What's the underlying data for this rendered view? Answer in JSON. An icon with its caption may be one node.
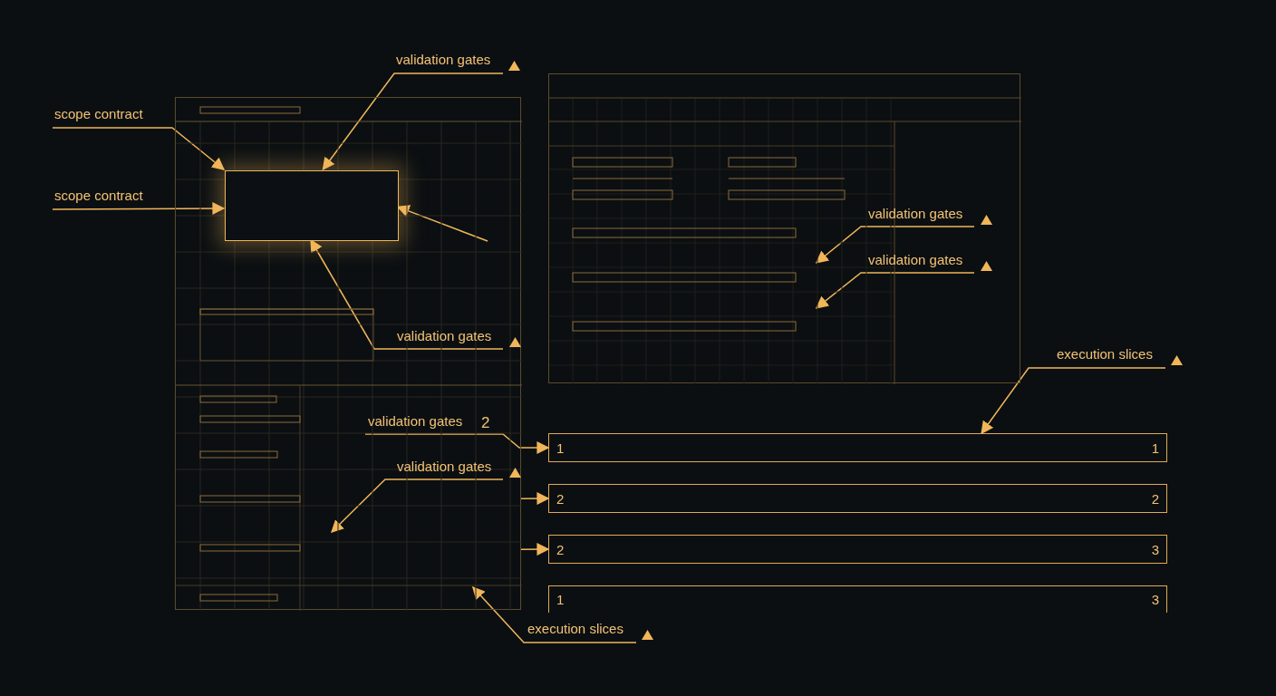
{
  "diagram": {
    "nodes": [
      {
        "text": [],
        "shape": "box"
      },
      {
        "text": [],
        "shape": "box",
        "in": 0
      },
      {
        "text": [],
        "shape": "box"
      },
      {
        "text": [
          "1",
          "1"
        ]
      },
      {
        "text": [
          "2",
          "2"
        ]
      },
      {
        "text": [
          "2",
          "3"
        ]
      },
      {
        "text": [
          "1",
          "3"
        ]
      },
      {
        "text": [
          "scope contract"
        ]
      },
      {
        "text": [
          "scope contract"
        ]
      },
      {
        "text": [
          "validation gates"
        ]
      },
      {
        "text": [
          "validation gates"
        ],
        "in": 0
      },
      {
        "text": [
          "validation gates"
        ],
        "in": 2
      },
      {
        "text": [
          "validation gates"
        ],
        "in": 2
      },
      {
        "text": [
          "execution slices"
        ]
      },
      {
        "text": [
          "validation gates"
        ],
        "beside": [
          "2"
        ],
        "in": 0
      },
      {
        "text": [
          "validation gates"
        ],
        "in": 0
      },
      {
        "text": [
          "execution slices"
        ]
      }
    ],
    "edges": [
      {
        "from": 7,
        "to": 1,
        "arrow": "to"
      },
      {
        "from": 8,
        "to": 1,
        "arrow": "to"
      },
      {
        "from": 9,
        "to": 1,
        "arrow": "to"
      },
      {
        "from": 10,
        "to": 1,
        "arrow": "to"
      },
      {
        "from": null,
        "to": 1,
        "arrow": "to"
      },
      {
        "from": 11,
        "to": 2,
        "arrow": "to"
      },
      {
        "from": 12,
        "to": 2,
        "arrow": "to"
      },
      {
        "from": 13,
        "to": 3,
        "arrow": "to"
      },
      {
        "from": 14,
        "to": 3,
        "arrow": "to"
      },
      {
        "from": 15,
        "to": 0,
        "arrow": "to"
      },
      {
        "from": 16,
        "to": 0,
        "arrow": "to"
      },
      {
        "from": 0,
        "to": 4,
        "arrow": "to"
      },
      {
        "from": 0,
        "to": 5,
        "arrow": "to"
      }
    ]
  }
}
